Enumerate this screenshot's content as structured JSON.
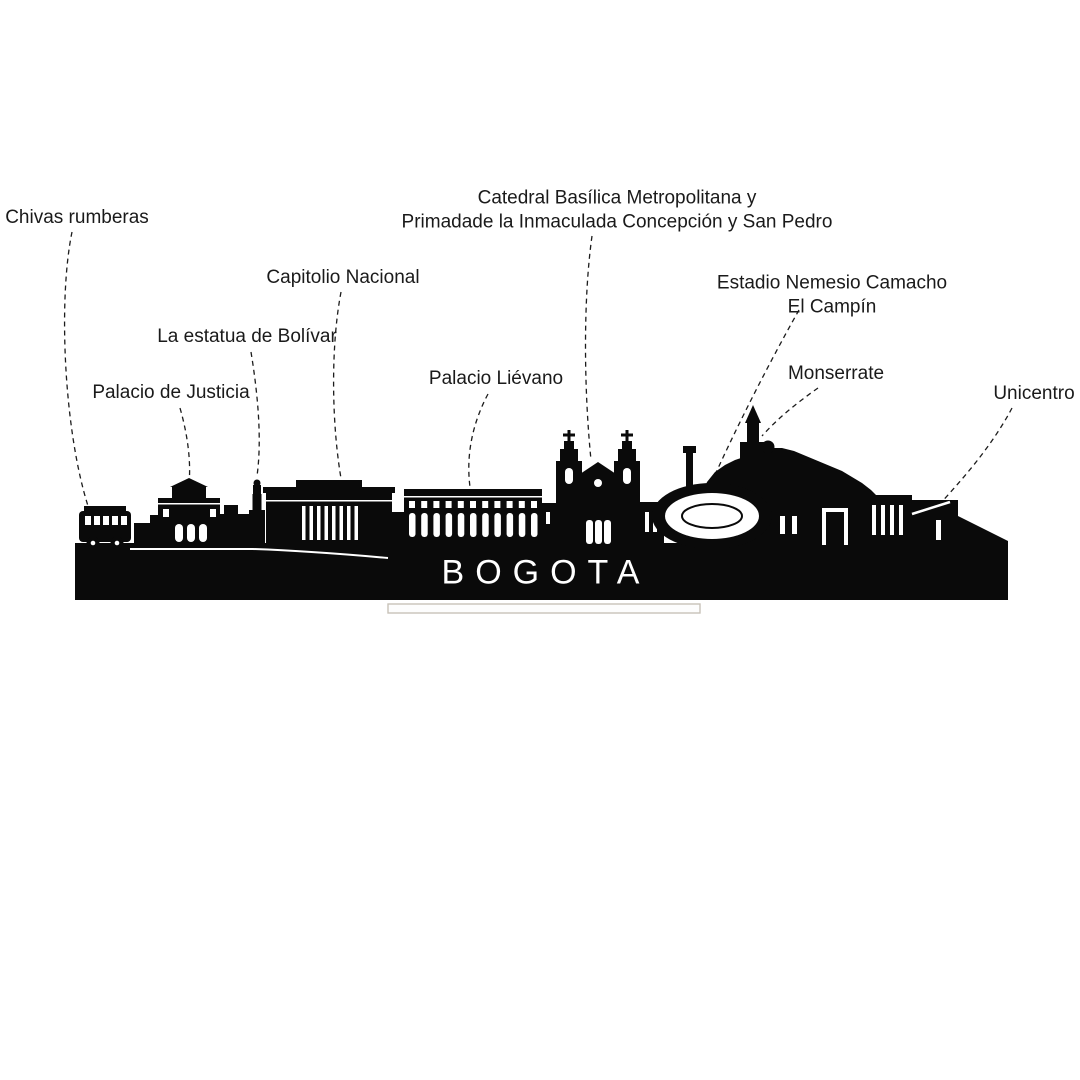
{
  "title": "BOGOTA",
  "colors": {
    "background": "#ffffff",
    "silhouette": "#0a0a0a",
    "label_text": "#1a1a1a",
    "stand_outline": "#c8c2b8"
  },
  "labels": [
    {
      "id": "chivas-rumberas",
      "text": "Chivas rumberas"
    },
    {
      "id": "catedral",
      "text": "Catedral Basílica Metropolitana y\nPrimadade la Inmaculada Concepción y San Pedro"
    },
    {
      "id": "capitolio-nacional",
      "text": "Capitolio Nacional"
    },
    {
      "id": "estadio",
      "text": "Estadio Nemesio Camacho El Campín"
    },
    {
      "id": "estatua-bolivar",
      "text": "La estatua de Bolívar"
    },
    {
      "id": "monserrate",
      "text": "Monserrate"
    },
    {
      "id": "palacio-justicia",
      "text": "Palacio de Justicia"
    },
    {
      "id": "palacio-lievano",
      "text": "Palacio Liévano"
    },
    {
      "id": "unicentro",
      "text": "Unicentro"
    }
  ]
}
